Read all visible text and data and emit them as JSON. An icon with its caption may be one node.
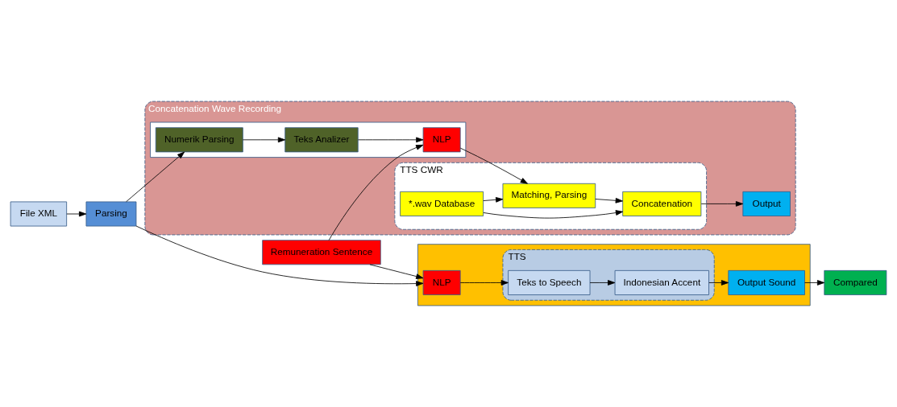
{
  "diagram": {
    "nodes": [
      {
        "text": [],
        "shape": "box"
      },
      {
        "text": [
          "NLP"
        ],
        "in": 0
      },
      {
        "text": [
          "TTS"
        ],
        "in": 0
      },
      {
        "text": [
          "Teks to Speech"
        ],
        "in": 2
      },
      {
        "text": [
          "Indonesian Accent"
        ],
        "in": 2
      },
      {
        "text": [
          "Output Sound"
        ],
        "in": 0
      },
      {
        "text": [
          "Compared"
        ]
      },
      {
        "text": [
          "File XML"
        ]
      },
      {
        "text": [
          "Parsing"
        ]
      },
      {
        "text": [
          "Remuneration Sentence"
        ]
      },
      {
        "text": [
          "Concatenation Wave Recording"
        ]
      },
      {
        "text": [],
        "shape": "box",
        "in": 10
      },
      {
        "text": [
          "Numerik Parsing"
        ],
        "in": 11
      },
      {
        "text": [
          "Teks Analizer"
        ],
        "in": 11
      },
      {
        "text": [
          "NLP"
        ],
        "in": 11
      },
      {
        "text": [
          "TTS CWR"
        ],
        "in": 10
      },
      {
        "text": [
          "Matching, Parsing"
        ],
        "in": 15
      },
      {
        "text": [
          "Concatenation"
        ],
        "in": 15
      },
      {
        "text": [
          "*.wav Database"
        ],
        "in": 15
      },
      {
        "text": [
          "Output"
        ],
        "in": 10
      }
    ],
    "edges": [
      {
        "from": 1,
        "to": 3,
        "arrow": "to"
      },
      {
        "from": 3,
        "to": 4,
        "arrow": "to"
      },
      {
        "from": 4,
        "to": 5,
        "arrow": "to"
      },
      {
        "from": 5,
        "to": 6,
        "arrow": "to"
      },
      {
        "from": 7,
        "to": 8,
        "arrow": "to"
      },
      {
        "from": 8,
        "to": 1,
        "arrow": "to"
      },
      {
        "from": 9,
        "to": 1,
        "arrow": "to"
      },
      {
        "from": 8,
        "to": 12,
        "arrow": "to"
      },
      {
        "from": 9,
        "to": 14,
        "arrow": "to"
      },
      {
        "from": 12,
        "to": 13,
        "arrow": "to"
      },
      {
        "from": 13,
        "to": 14,
        "arrow": "to"
      },
      {
        "from": 14,
        "to": 16,
        "arrow": "to"
      },
      {
        "from": 16,
        "to": 17,
        "arrow": "to"
      },
      {
        "from": 17,
        "to": 19,
        "arrow": "to"
      },
      {
        "from": 18,
        "to": 16,
        "arrow": "to"
      },
      {
        "from": 18,
        "to": 17,
        "arrow": "to"
      }
    ]
  }
}
